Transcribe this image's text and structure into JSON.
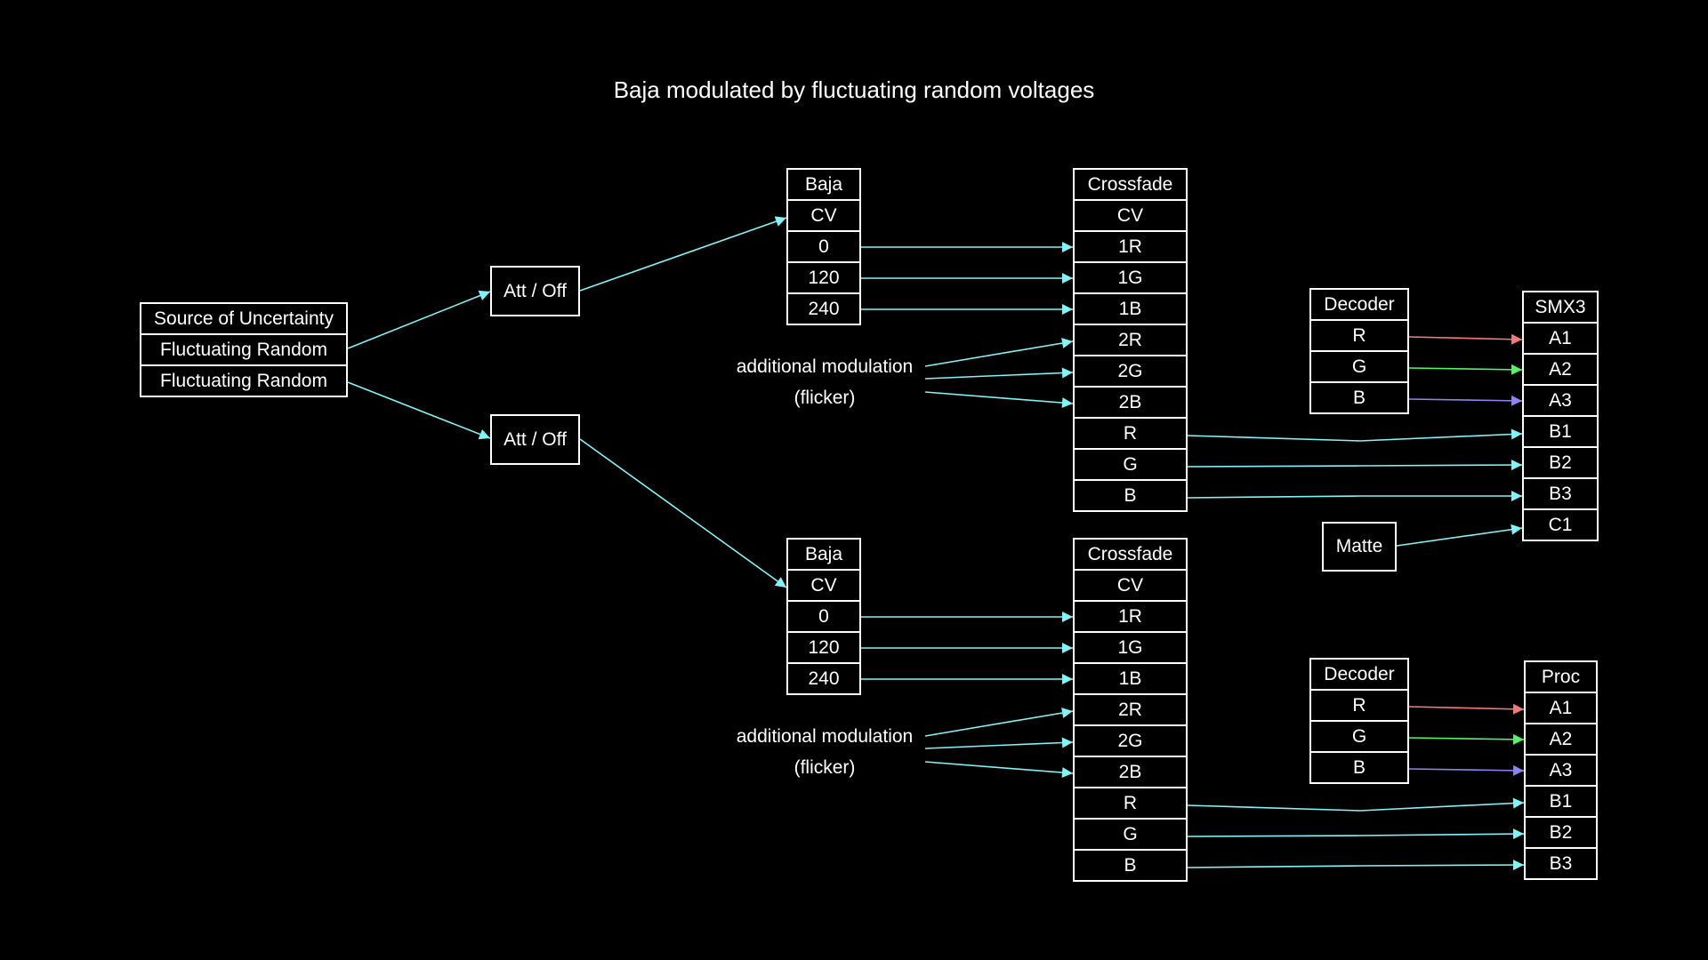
{
  "title": "Baja modulated by fluctuating random voltages",
  "source": {
    "header": "Source of Uncertainty",
    "outputs": [
      "Fluctuating Random",
      "Fluctuating Random"
    ]
  },
  "att_off": [
    "Att / Off",
    "Att / Off"
  ],
  "baja": {
    "top": {
      "header": "Baja",
      "ports": [
        "CV",
        "0",
        "120",
        "240"
      ]
    },
    "bottom": {
      "header": "Baja",
      "ports": [
        "CV",
        "0",
        "120",
        "240"
      ]
    }
  },
  "crossfade": {
    "top": {
      "header": "Crossfade",
      "ports": [
        "CV",
        "1R",
        "1G",
        "1B",
        "2R",
        "2G",
        "2B",
        "R",
        "G",
        "B"
      ]
    },
    "bottom": {
      "header": "Crossfade",
      "ports": [
        "CV",
        "1R",
        "1G",
        "1B",
        "2R",
        "2G",
        "2B",
        "R",
        "G",
        "B"
      ]
    }
  },
  "modulation_note": {
    "top": {
      "line1": "additional modulation",
      "line2": "(flicker)"
    },
    "bottom": {
      "line1": "additional modulation",
      "line2": "(flicker)"
    }
  },
  "decoder": {
    "top": {
      "header": "Decoder",
      "ports": [
        "R",
        "G",
        "B"
      ]
    },
    "bottom": {
      "header": "Decoder",
      "ports": [
        "R",
        "G",
        "B"
      ]
    }
  },
  "smx3": {
    "header": "SMX3",
    "ports": [
      "A1",
      "A2",
      "A3",
      "B1",
      "B2",
      "B3",
      "C1"
    ]
  },
  "proc": {
    "header": "Proc",
    "ports": [
      "A1",
      "A2",
      "A3",
      "B1",
      "B2",
      "B3"
    ]
  },
  "matte": "Matte",
  "colors": {
    "background": "#000000",
    "foreground": "#ffffff",
    "cable": "#7ff5f8",
    "red": "#f77a7a",
    "green": "#54f562",
    "blue": "#8b84f5"
  }
}
